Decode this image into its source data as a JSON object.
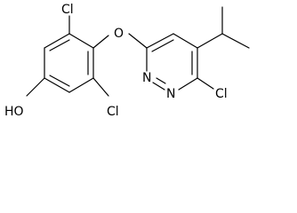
{
  "molecule": {
    "atom_labels": {
      "cl_phenyl_top": "Cl",
      "ether_oxygen": "O",
      "hydroxyl": "HO",
      "cl_phenyl_bottom": "Cl",
      "n_ring_upper": "N",
      "n_ring_lower": "N",
      "cl_pyridazine": "Cl"
    }
  }
}
